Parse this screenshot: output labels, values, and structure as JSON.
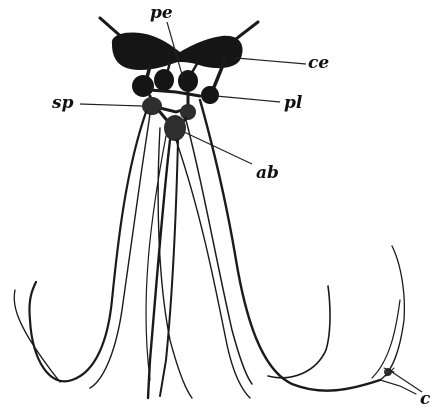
{
  "labels": {
    "pe": "pe",
    "ce": "ce",
    "sp": "sp",
    "pl": "pl",
    "ab": "ab",
    "c": "c"
  }
}
